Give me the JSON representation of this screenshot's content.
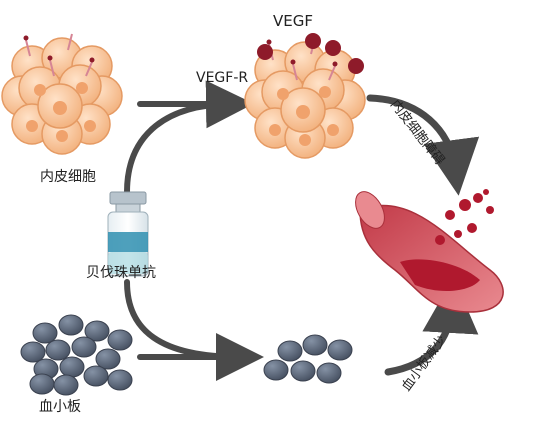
{
  "labels": {
    "endothelial_cells": "内皮细胞",
    "bevacizumab": "贝伐珠单抗",
    "platelets": "血小板",
    "vegf": "VEGF",
    "vegf_r": "VEGF-R",
    "endothelial_dysfunction": "内皮细胞障碍",
    "platelet_decrease": "血小板减少"
  },
  "colors": {
    "cell_fill": "#f6c49a",
    "cell_stroke": "#e59a63",
    "nucleus": "#f0a26c",
    "vegf_dot": "#8e1b2a",
    "platelet_fill": "#5b6677",
    "platelet_stroke": "#3b4250",
    "arrow": "#4a4a4a",
    "vessel": "#d5505c",
    "clot": "#b0192e",
    "vial_cap": "#b7c3cc",
    "vial_liquid": "#a9d8e0"
  },
  "icons": [
    "endothelial-cell-cluster-icon",
    "vial-icon",
    "platelet-cluster-icon",
    "blood-vessel-icon"
  ]
}
